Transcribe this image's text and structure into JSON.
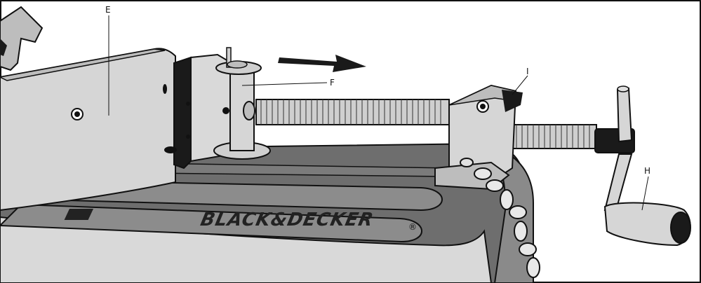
{
  "labels": {
    "e": "E",
    "f": "F",
    "i": "I",
    "h": "H"
  },
  "brand": {
    "name": "BLACK&DECKER",
    "mark": "®"
  },
  "colors": {
    "line": "#111111",
    "light_metal": "#d6d6d6",
    "mid_metal": "#bdbdbd",
    "dark_base": "#707070",
    "darker_base": "#5a5a5a",
    "rail": "#8c8c8c",
    "black": "#1a1a1a"
  }
}
